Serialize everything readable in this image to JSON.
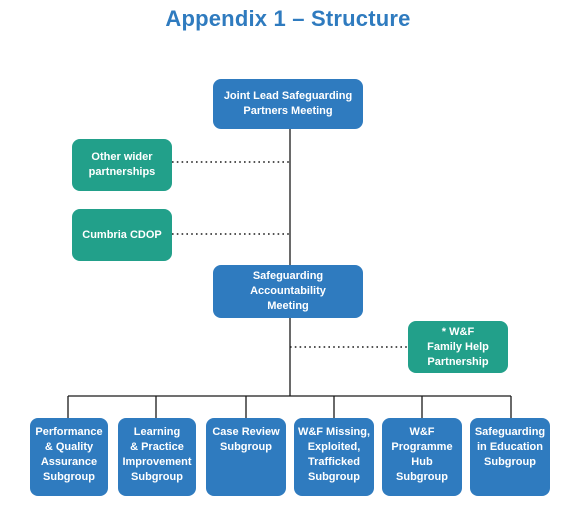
{
  "title": "Appendix 1 – Structure",
  "nodes": {
    "joint_lead": "Joint Lead Safeguarding\nPartners Meeting",
    "other_partnerships": "Other wider\npartnerships",
    "cumbria_cdop": "Cumbria CDOP",
    "accountability": "Safeguarding\nAccountability\nMeeting",
    "family_help": "* W&F\nFamily Help\nPartnership"
  },
  "subgroups": [
    "Performance\n& Quality\nAssurance\nSubgroup",
    "Learning\n& Practice\nImprovement\nSubgroup",
    "Case Review\nSubgroup",
    "W&F Missing,\nExploited,\nTrafficked\nSubgroup",
    "W&F\nProgramme\nHub\nSubgroup",
    "Safeguarding\nin Education\nSubgroup"
  ],
  "colors": {
    "blue": "#2f7bbf",
    "teal": "#22a08a",
    "line": "#1a1a1a"
  }
}
